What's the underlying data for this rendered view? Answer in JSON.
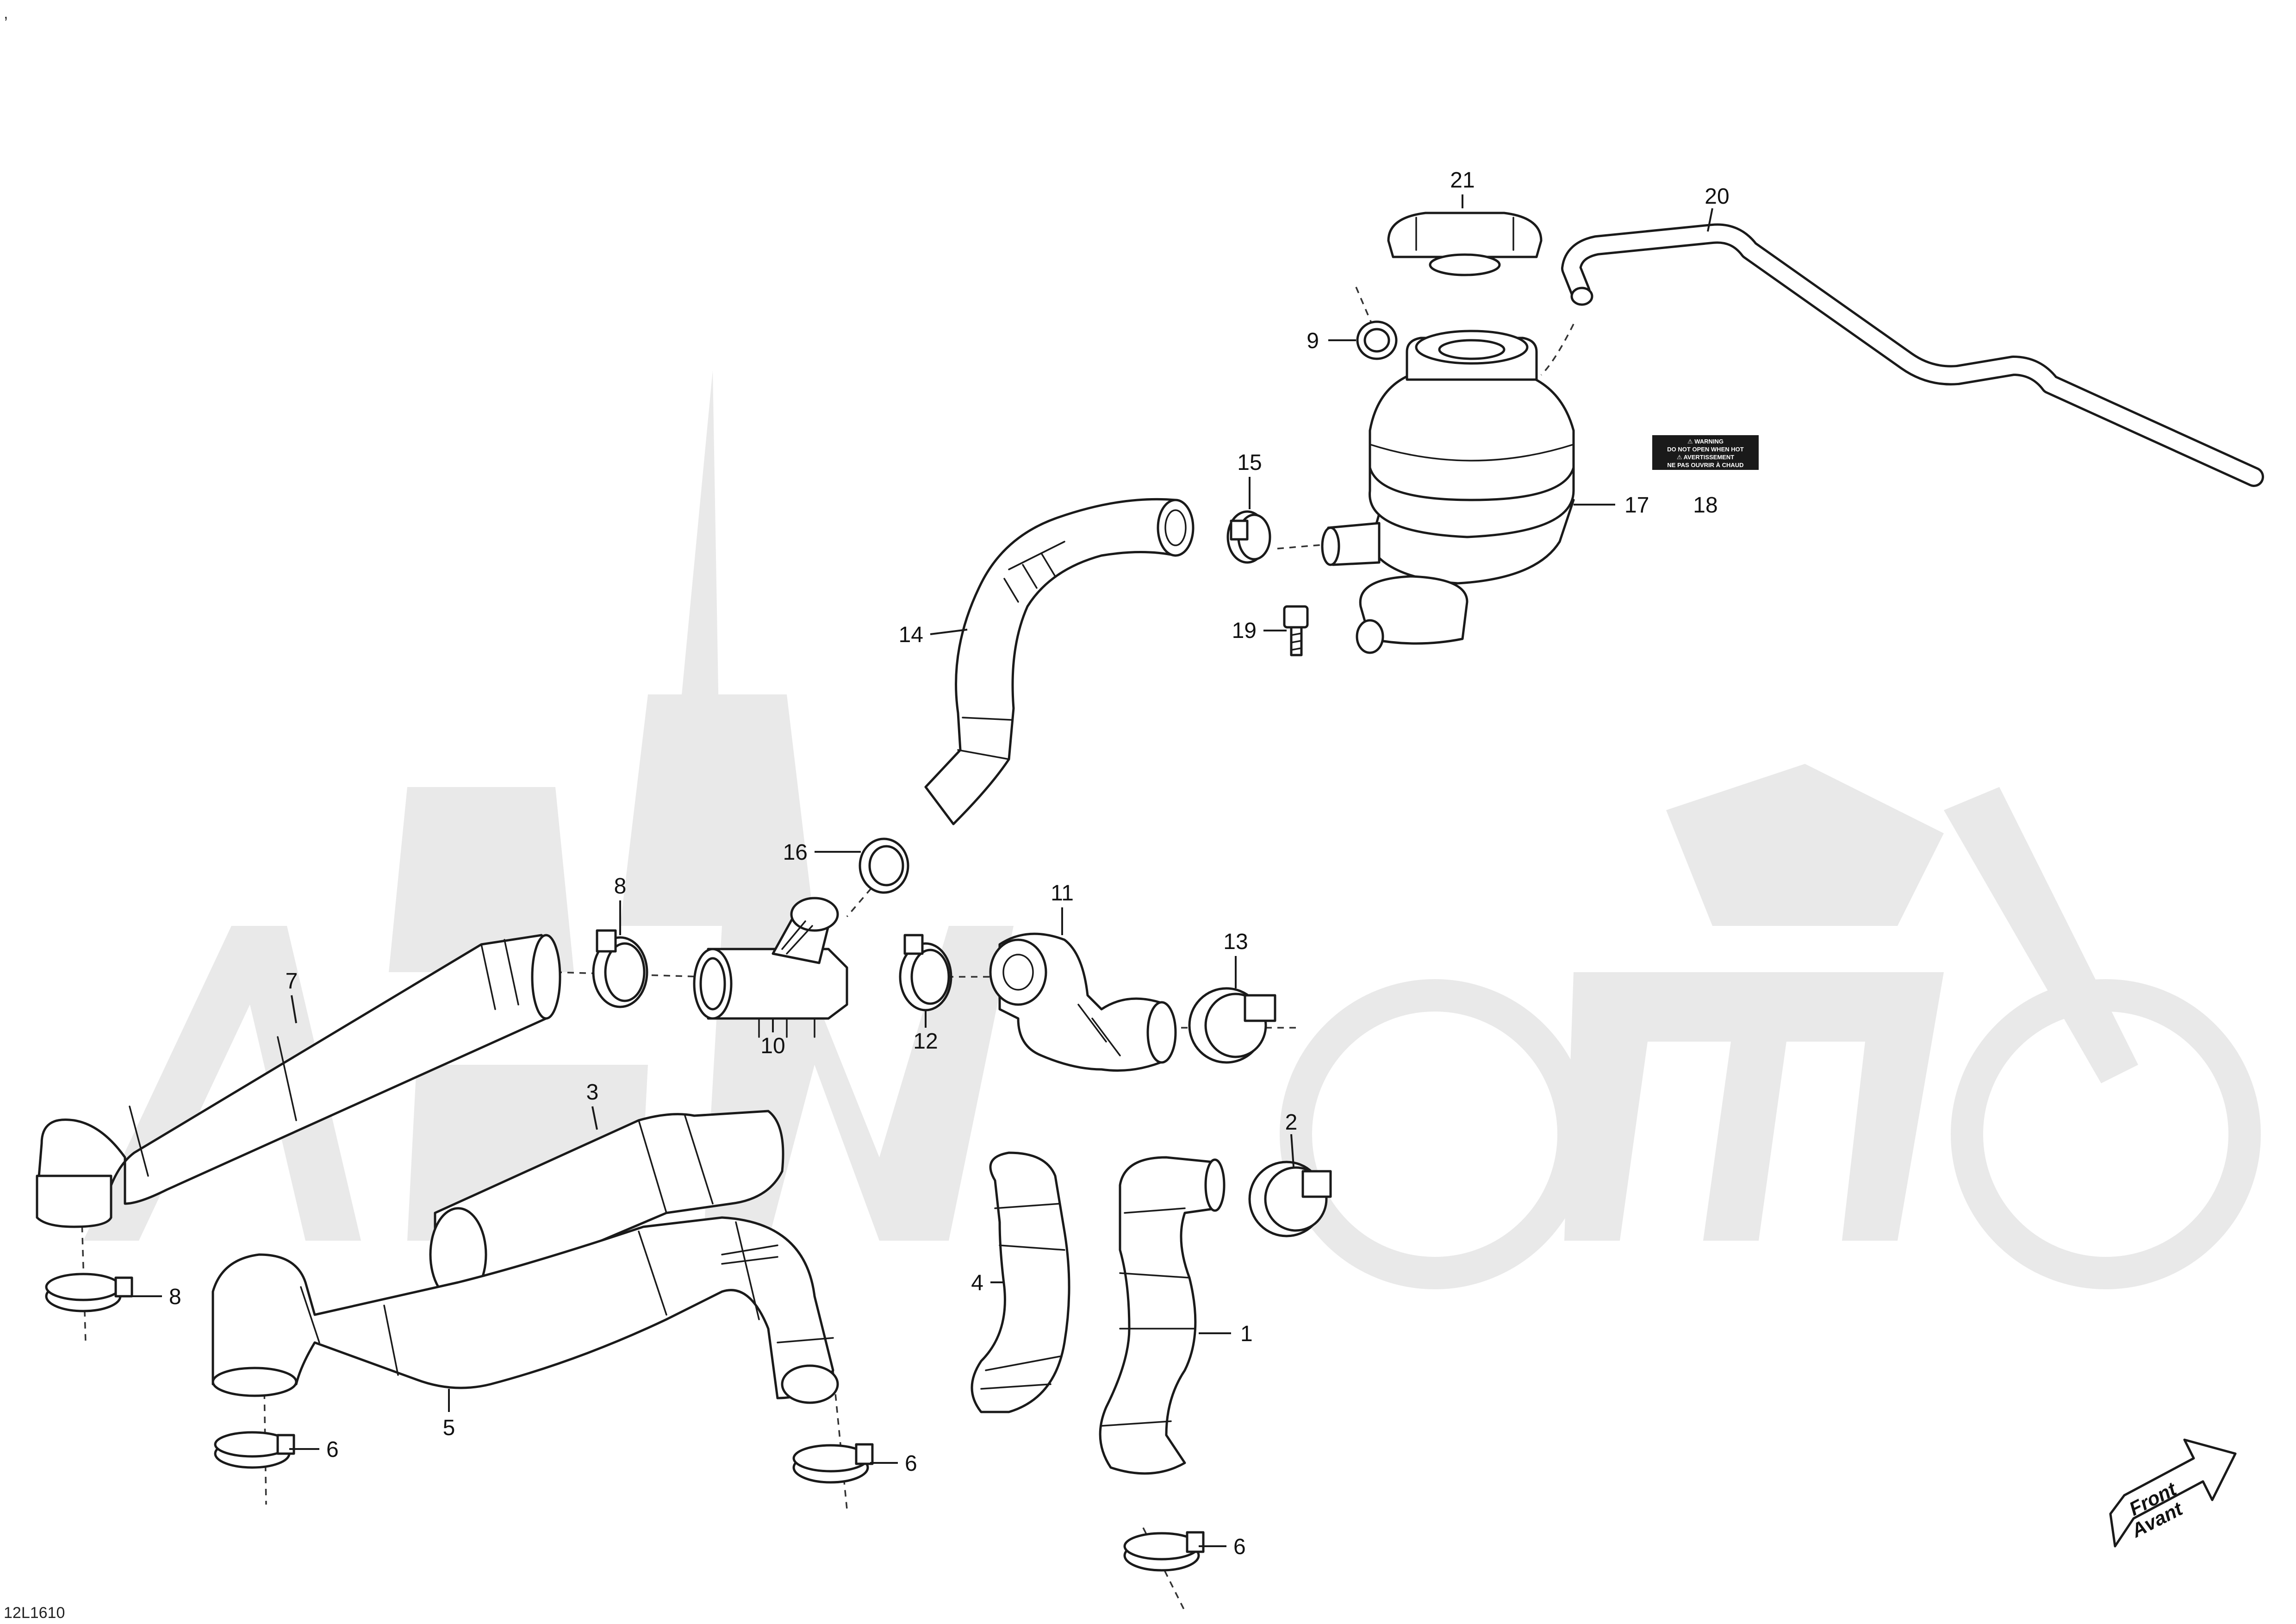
{
  "corner_mark": ",",
  "drawing_code": "12L1610",
  "direction_label": {
    "line1": "Front",
    "line2": "Avant"
  },
  "warning_decal": {
    "line1": "⚠ WARNING",
    "line2": "DO NOT OPEN WHEN HOT",
    "line3": "⚠ AVERTISSEMENT",
    "line4": "NE PAS OUVRIR À CHAUD"
  },
  "callouts": {
    "c1": "1",
    "c2": "2",
    "c3": "3",
    "c4": "4",
    "c5": "5",
    "c6a": "6",
    "c6b": "6",
    "c6c": "6",
    "c7": "7",
    "c8a": "8",
    "c8b": "8",
    "c9": "9",
    "c10": "10",
    "c11": "11",
    "c12": "12",
    "c13": "13",
    "c14": "14",
    "c15": "15",
    "c16": "16",
    "c17": "17",
    "c18": "18",
    "c19": "19",
    "c20": "20",
    "c21": "21"
  }
}
